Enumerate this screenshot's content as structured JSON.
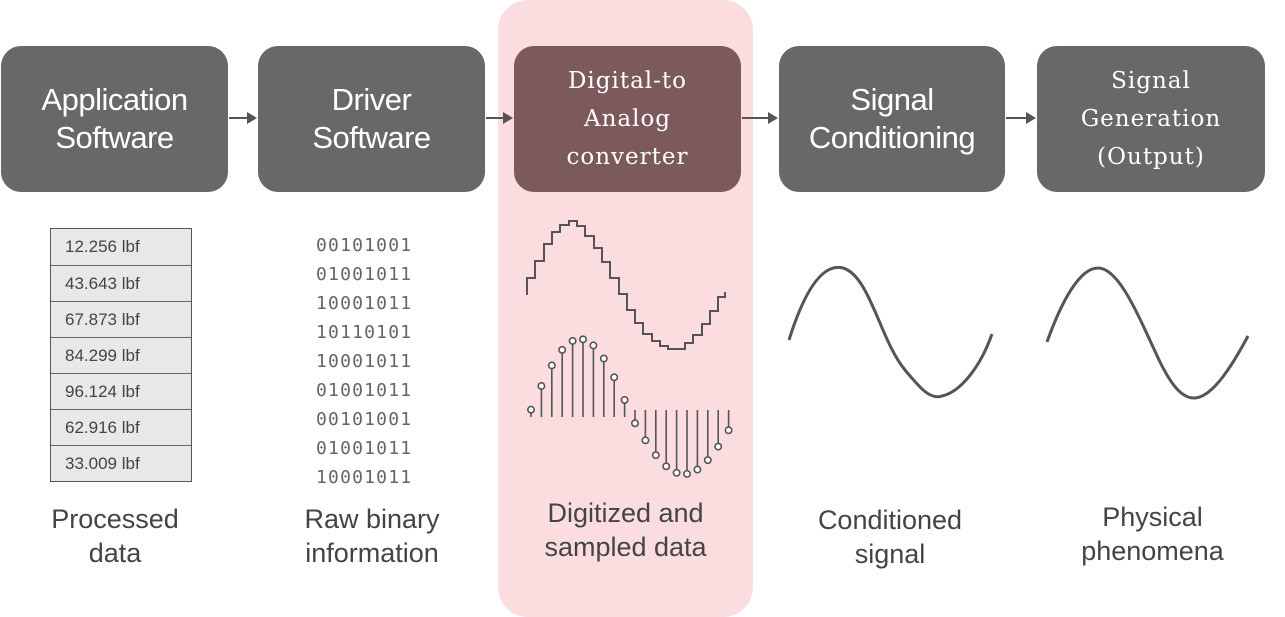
{
  "stages": [
    {
      "title_lines": [
        "Application",
        "Software"
      ],
      "caption_lines": [
        "Processed",
        "data"
      ]
    },
    {
      "title_lines": [
        "Driver",
        "Software"
      ],
      "caption_lines": [
        "Raw binary",
        "information"
      ]
    },
    {
      "title_lines": [
        "Digital-to",
        "Analog",
        "converter"
      ],
      "caption_lines": [
        "Digitized and",
        "sampled data"
      ]
    },
    {
      "title_lines": [
        "Signal",
        "Conditioning"
      ],
      "caption_lines": [
        "Conditioned",
        "signal"
      ]
    },
    {
      "title_lines": [
        "Signal",
        "Generation",
        "(Output)"
      ],
      "caption_lines": [
        "Physical",
        "phenomena"
      ]
    }
  ],
  "processed_values": [
    "12.256 lbf",
    "43.643 lbf",
    "67.873 lbf",
    "84.299 lbf",
    "96.124 lbf",
    "62.916 lbf",
    "33.009 lbf"
  ],
  "binary_words": [
    "00101001",
    "01001011",
    "10001011",
    "10110101",
    "10001011",
    "01001011",
    "00101001",
    "01001011",
    "10001011"
  ],
  "colors": {
    "box": "#686868",
    "highlight_box": "#7c5a5c",
    "highlight_band": "#fbdde0",
    "wave": "#555555"
  }
}
